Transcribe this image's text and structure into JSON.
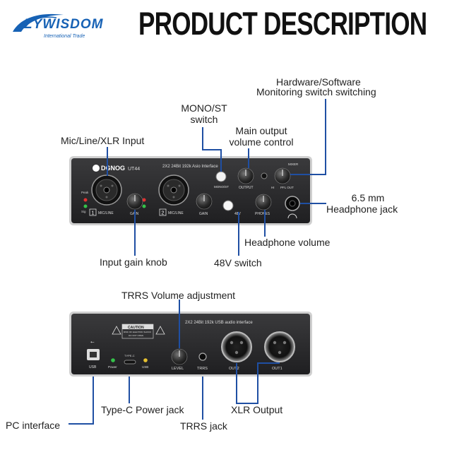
{
  "brand": {
    "name": "ZYWISDOM",
    "subtitle": "International Trade"
  },
  "title": "PRODUCT DESCRIPTION",
  "colors": {
    "brand_blue": "#1762b5",
    "leader_blue": "#1f4fa3",
    "panel": "#2b2b2d"
  },
  "front_panel": {
    "logo": "DGNOG",
    "model": "UT44",
    "banner": "2X2 24Bit 192k Asio Interface",
    "ch1_number": "1",
    "ch2_number": "2",
    "mic_line": "MIC/LINE",
    "gain": "GAIN",
    "peak": "Peak",
    "sig": "Sig",
    "mono_st": "MONO/ST",
    "output": "OUTPUT",
    "mixer": "MIXER",
    "hi": "HI",
    "pfl_out": "PFL OUT",
    "v48": "48V",
    "phones": "PHONES"
  },
  "rear_panel": {
    "banner": "2X2 24Bit 192k USB audio interface",
    "caution_title": "CAUTION",
    "caution_line1": "RISK OF ELECTRIC SHOCK",
    "caution_line2": "DO NOT OPEN",
    "usb": "USB",
    "type_c": "TYPE-C",
    "power": "Power",
    "usb2": "USB",
    "level": "LEVEL",
    "trrs": "TRRS",
    "out2": "OUT2",
    "out1": "OUT1"
  },
  "callouts": {
    "hw_sw_1": "Hardware/Software",
    "hw_sw_2": "Monitoring switch switching",
    "mono_1": "MONO/ST",
    "mono_2": "switch",
    "main_1": "Main output",
    "main_2": "volume control",
    "mic_input": "Mic/Line/XLR Input",
    "jack_1": "6.5 mm",
    "jack_2": "Headphone jack",
    "headphone_volume": "Headphone volume",
    "input_gain": "Input gain knob",
    "v48_switch": "48V switch",
    "trrs_volume": "TRRS Volume adjustment",
    "type_c_power": "Type-C Power jack",
    "xlr_output": "XLR Output",
    "pc_interface": "PC interface",
    "trrs_jack": "TRRS jack"
  }
}
